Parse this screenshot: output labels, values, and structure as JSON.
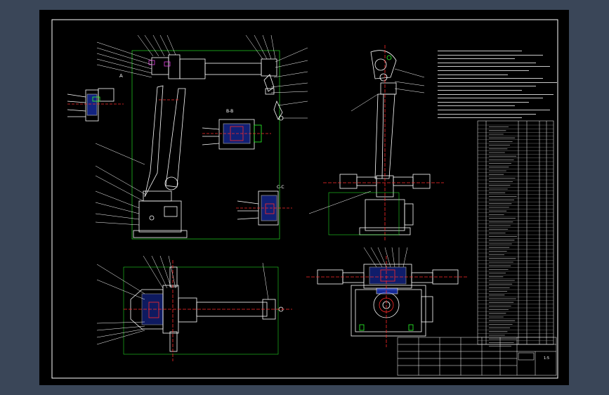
{
  "drawing": {
    "background": "#000000",
    "frame_bg": "#3a4658",
    "line_color": "#ffffff",
    "part_fill_blue": "#1f3bd6",
    "centerline_red": "#ff2a2a",
    "dimension_green": "#2bff2b",
    "accent_cyan": "#00e5ff",
    "accent_magenta": "#e040e0"
  },
  "views": {
    "section_label_top": "A",
    "section_label_bc": "B-B",
    "section_label_cc": "C-C"
  },
  "title_block": {
    "sheet_no": "1:5"
  }
}
